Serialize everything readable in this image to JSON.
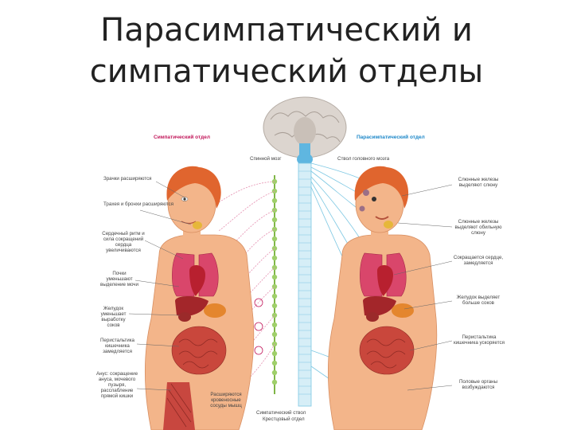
{
  "slide": {
    "title_line1": "Парасимпатический и",
    "title_line2": "симпатический отделы"
  },
  "figure": {
    "left_header": "Симпатический отдел",
    "right_header": "Парасимпатический отдел",
    "brainstem_label": "Спинной мозг",
    "brain_nerve_label": "Ствол головного мозга",
    "spinal_cord_label": "Симпатический ствол",
    "sacral_label": "Крестцовый отдел",
    "left_labels": [
      "Зрачки расширяются",
      "Трахея и бронхи расширяются",
      "Сердечный ритм и сила сокращений сердца увеличиваются",
      "Почки уменьшают выделение мочи",
      "Желудок уменьшает выработку соков",
      "Перистальтика кишечника замедляется",
      "Анус: сокращение ануса, мочевого пузыря, расслабление прямой кишки",
      "Расширяются кровеносные сосуды мышц"
    ],
    "right_labels": [
      "Слюнные железы выделяют слюну",
      "Слюнные железы выделяют обильную слюну",
      "Сокращается сердце, замедляется",
      "Желудок выделяет больше соков",
      "Перистальтика кишечника ускоряется",
      "Половые органы возбуждаются"
    ],
    "colors": {
      "skin": "#f3b58a",
      "hair": "#e0652e",
      "sympathetic_nerve": "#e58fb0",
      "parasympathetic_nerve": "#7ec8e3",
      "chain": "#9fcf6a",
      "brain": "#d9d2cc",
      "lungs": "#d9466b",
      "heart": "#b8202f",
      "intestine": "#c9473c",
      "kidney": "#9b2a2a"
    }
  }
}
